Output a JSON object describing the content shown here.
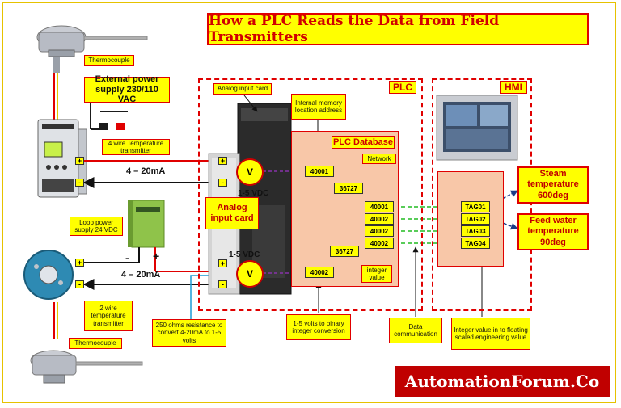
{
  "title": "How a PLC Reads the Data from Field Transmitters",
  "logo_text": "AutomationForum.Co",
  "sections": {
    "plc": "PLC",
    "hmi": "HMI",
    "plc_database": "PLC Database"
  },
  "field_labels": {
    "thermocouple_top": "Thermocouple",
    "thermocouple_bottom": "Thermocouple",
    "external_power": "External power supply 230/110 VAC",
    "four_wire": "4 wire Temperature transmitter",
    "loop_power": "Loop power supply 24 VDC",
    "two_wire": "2 wire temperature transmitter",
    "resistor": "250 ohms resistance to convert 4-20mA to 1-5 volts"
  },
  "card_labels": {
    "analog_input_card_top": "Analog input card",
    "analog_input_card": "Analog input card",
    "vdc_top": "1-5 VDC",
    "vdc_bottom": "1-5 VDC",
    "v_symbol": "V",
    "current_top": "4 – 20mA",
    "current_bottom": "4 – 20mA",
    "plus": "+",
    "minus": "-"
  },
  "plc_labels": {
    "internal_memory": "Internal memory location address",
    "network": "Network",
    "integer_value": "integer value",
    "binary_conversion": "1-5 volts to binary integer conversion",
    "data_communication": "Data communication",
    "integer_to_float": "Integer value in to floating scaled engineering value"
  },
  "registers": {
    "input_top": "40001",
    "input_bottom": "40002",
    "value_top": "36727",
    "value_bottom": "36727",
    "database": [
      "40001",
      "40002",
      "40002",
      "40002"
    ]
  },
  "tags": [
    "TAG01",
    "TAG02",
    "TAG03",
    "TAG04"
  ],
  "results": {
    "steam": "Steam temperature 600deg",
    "feed_water": "Feed water temperature 90deg"
  },
  "colors": {
    "title_red": "#d00000",
    "label_yellow": "#ffff00",
    "db_fill": "#f8c7a8",
    "dash_red": "#e00000",
    "green_link": "#22bb22",
    "purple_link": "#8833aa"
  }
}
